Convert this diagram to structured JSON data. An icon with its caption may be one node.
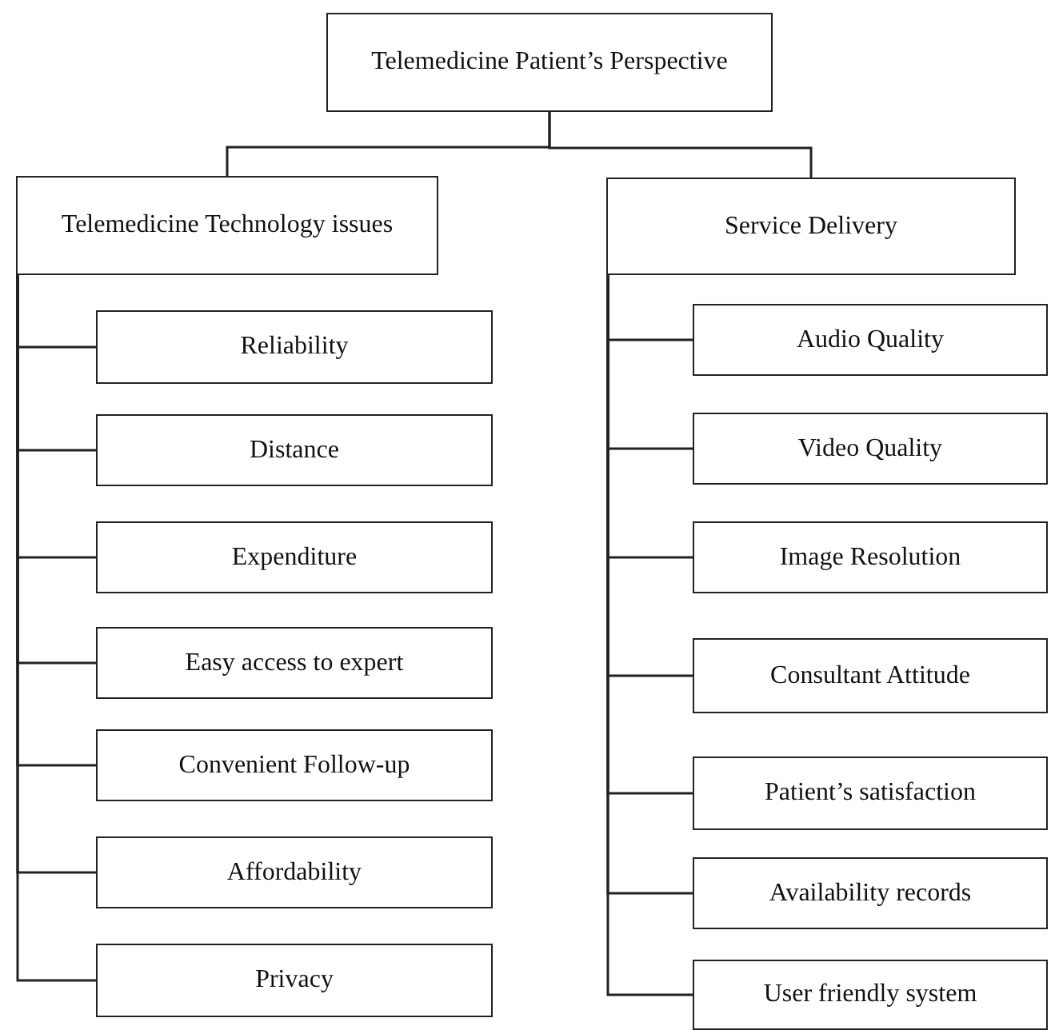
{
  "diagram": {
    "nodes": [
      {
        "text": [
          "Telemedicine Patient’s Perspective"
        ]
      },
      {
        "text": [
          "Telemedicine Technology issues"
        ]
      },
      {
        "text": [
          "Service Delivery"
        ]
      },
      {
        "text": [
          "Reliability"
        ]
      },
      {
        "text": [
          "Distance"
        ]
      },
      {
        "text": [
          "Expenditure"
        ]
      },
      {
        "text": [
          "Easy access to expert"
        ]
      },
      {
        "text": [
          "Convenient Follow-up"
        ]
      },
      {
        "text": [
          "Affordability"
        ]
      },
      {
        "text": [
          "Privacy"
        ]
      },
      {
        "text": [
          "Audio Quality"
        ]
      },
      {
        "text": [
          "Video Quality"
        ]
      },
      {
        "text": [
          "Image Resolution"
        ]
      },
      {
        "text": [
          "Consultant Attitude"
        ]
      },
      {
        "text": [
          "Patient’s satisfaction"
        ]
      },
      {
        "text": [
          "Availability records"
        ]
      },
      {
        "text": [
          "User friendly system"
        ]
      }
    ],
    "edges": [
      {
        "from": 0,
        "to": 1,
        "arrow": "none"
      },
      {
        "from": 0,
        "to": 2,
        "arrow": "none"
      },
      {
        "from": 1,
        "to": 3,
        "arrow": "none"
      },
      {
        "from": 1,
        "to": 4,
        "arrow": "none"
      },
      {
        "from": 1,
        "to": 5,
        "arrow": "none"
      },
      {
        "from": 1,
        "to": 6,
        "arrow": "none"
      },
      {
        "from": 1,
        "to": 7,
        "arrow": "none"
      },
      {
        "from": 1,
        "to": 8,
        "arrow": "none"
      },
      {
        "from": 1,
        "to": 9,
        "arrow": "none"
      },
      {
        "from": 2,
        "to": 10,
        "arrow": "none"
      },
      {
        "from": 2,
        "to": 11,
        "arrow": "none"
      },
      {
        "from": 2,
        "to": 12,
        "arrow": "none"
      },
      {
        "from": 2,
        "to": 13,
        "arrow": "none"
      },
      {
        "from": 2,
        "to": 14,
        "arrow": "none"
      },
      {
        "from": 2,
        "to": 15,
        "arrow": "none"
      },
      {
        "from": 2,
        "to": 16,
        "arrow": "none"
      }
    ]
  }
}
